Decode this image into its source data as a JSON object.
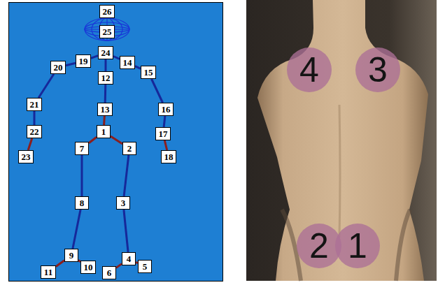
{
  "diagram": {
    "nodes": [
      {
        "text": [
          "26"
        ]
      },
      {
        "text": [
          "25"
        ]
      },
      {
        "text": [
          "24"
        ]
      },
      {
        "text": [
          "19"
        ]
      },
      {
        "text": [
          "20"
        ]
      },
      {
        "text": [
          "14"
        ]
      },
      {
        "text": [
          "15"
        ]
      },
      {
        "text": [
          "12"
        ]
      },
      {
        "text": [
          "13"
        ]
      },
      {
        "text": [
          "1"
        ]
      },
      {
        "text": [
          "21"
        ]
      },
      {
        "text": [
          "16"
        ]
      },
      {
        "text": [
          "22"
        ]
      },
      {
        "text": [
          "17"
        ]
      },
      {
        "text": [
          "2"
        ]
      },
      {
        "text": [
          "7"
        ]
      },
      {
        "text": [
          "23"
        ]
      },
      {
        "text": [
          "18"
        ]
      },
      {
        "text": [
          "8"
        ]
      },
      {
        "text": [
          "3"
        ]
      },
      {
        "text": [
          "9"
        ]
      },
      {
        "text": [
          "4"
        ]
      },
      {
        "text": [
          "10"
        ]
      },
      {
        "text": [
          "5"
        ]
      },
      {
        "text": [
          "11"
        ]
      },
      {
        "text": [
          "6"
        ]
      },
      {
        "text": [
          "4"
        ]
      },
      {
        "text": [
          "3"
        ]
      },
      {
        "text": [
          "2"
        ]
      },
      {
        "text": [
          "1"
        ]
      }
    ],
    "edges": [
      {
        "from": 2,
        "to": 7,
        "arrow": "none"
      },
      {
        "from": 2,
        "to": 3,
        "arrow": "none"
      },
      {
        "from": 2,
        "to": 5,
        "arrow": "none"
      },
      {
        "from": 3,
        "to": 4,
        "arrow": "none"
      },
      {
        "from": 5,
        "to": 6,
        "arrow": "none"
      },
      {
        "from": 4,
        "to": 10,
        "arrow": "none"
      },
      {
        "from": 10,
        "to": 12,
        "arrow": "none"
      },
      {
        "from": 12,
        "to": 16,
        "arrow": "none"
      },
      {
        "from": 6,
        "to": 11,
        "arrow": "none"
      },
      {
        "from": 11,
        "to": 13,
        "arrow": "none"
      },
      {
        "from": 13,
        "to": 17,
        "arrow": "none"
      },
      {
        "from": 7,
        "to": 8,
        "arrow": "none"
      },
      {
        "from": 8,
        "to": 9,
        "arrow": "none"
      },
      {
        "from": 9,
        "to": 15,
        "arrow": "none"
      },
      {
        "from": 9,
        "to": 14,
        "arrow": "none"
      },
      {
        "from": 15,
        "to": 18,
        "arrow": "none"
      },
      {
        "from": 18,
        "to": 20,
        "arrow": "none"
      },
      {
        "from": 20,
        "to": 24,
        "arrow": "none"
      },
      {
        "from": 20,
        "to": 22,
        "arrow": "none"
      },
      {
        "from": 14,
        "to": 19,
        "arrow": "none"
      },
      {
        "from": 19,
        "to": 21,
        "arrow": "none"
      },
      {
        "from": 21,
        "to": 25,
        "arrow": "none"
      },
      {
        "from": 21,
        "to": 23,
        "arrow": "none"
      }
    ]
  }
}
